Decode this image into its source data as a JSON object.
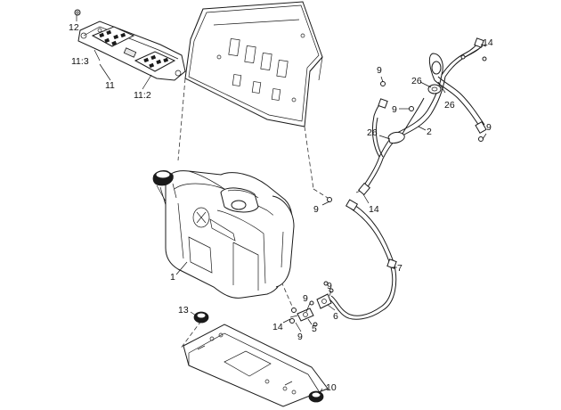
{
  "callouts": [
    {
      "id": "c12",
      "text": "12"
    },
    {
      "id": "c11-3",
      "text": "11:3"
    },
    {
      "id": "c11",
      "text": "11"
    },
    {
      "id": "c11-2",
      "text": "11:2"
    },
    {
      "id": "c14a",
      "text": "14"
    },
    {
      "id": "c9a",
      "text": "9"
    },
    {
      "id": "c26a",
      "text": "26"
    },
    {
      "id": "c26b",
      "text": "26"
    },
    {
      "id": "c9b",
      "text": "9"
    },
    {
      "id": "c2",
      "text": "2"
    },
    {
      "id": "c9c",
      "text": "9"
    },
    {
      "id": "c26c",
      "text": "26"
    },
    {
      "id": "c9d",
      "text": "9"
    },
    {
      "id": "c14b",
      "text": "14"
    },
    {
      "id": "c1",
      "text": "1"
    },
    {
      "id": "c7",
      "text": "7"
    },
    {
      "id": "c9e",
      "text": "9"
    },
    {
      "id": "c9f",
      "text": "9"
    },
    {
      "id": "c6",
      "text": "6"
    },
    {
      "id": "c13",
      "text": "13"
    },
    {
      "id": "c5",
      "text": "5"
    },
    {
      "id": "c14c",
      "text": "14"
    },
    {
      "id": "c9g",
      "text": "9"
    },
    {
      "id": "c10",
      "text": "10"
    }
  ]
}
